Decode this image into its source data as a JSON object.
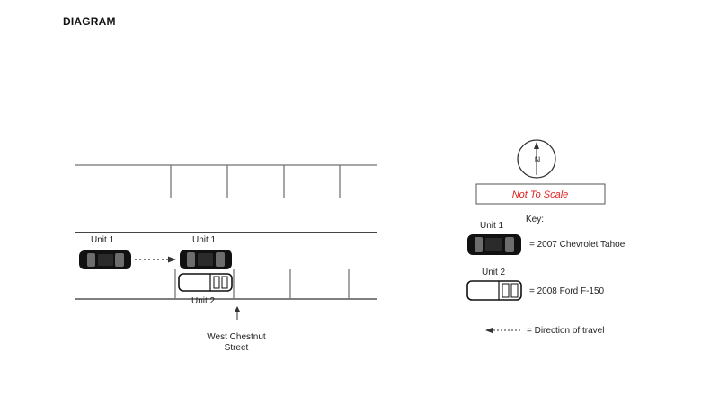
{
  "heading": "DIAGRAM",
  "scene": {
    "unit1_start_label": "Unit 1",
    "unit1_end_label": "Unit 1",
    "unit2_label": "Unit 2",
    "street_label_line1": "West Chestnut",
    "street_label_line2": "Street"
  },
  "compass": {
    "letter": "N"
  },
  "scale_note": "Not To Scale",
  "key": {
    "title": "Key:",
    "unit1_label": "Unit 1",
    "unit1_desc": "= 2007 Chevrolet Tahoe",
    "unit2_label": "Unit 2",
    "unit2_desc": "= 2008 Ford F-150",
    "direction_desc": "= Direction of travel"
  },
  "colors": {
    "scale_text": "#e02020",
    "vehicle_dark": "#111111"
  }
}
